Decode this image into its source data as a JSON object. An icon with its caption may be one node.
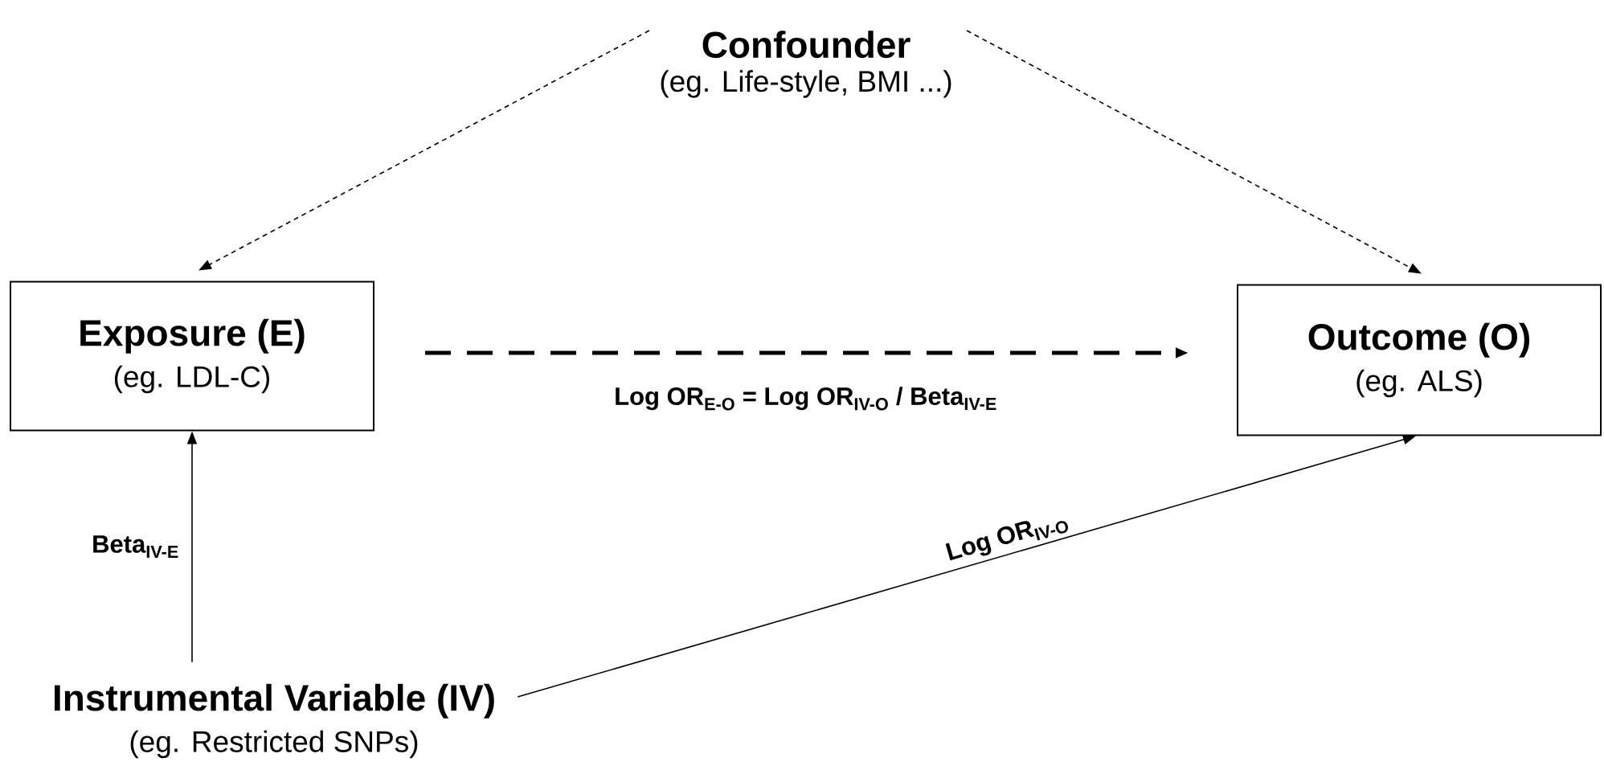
{
  "diagram": {
    "nodes": [
      {
        "text": [
          "Confounder",
          "(eg. Life-style, BMI ...)"
        ]
      },
      {
        "text": [
          "Exposure  (E)",
          "(eg. LDL-C)"
        ]
      },
      {
        "text": [
          "Outcome  (O)",
          "(eg. ALS)"
        ]
      },
      {
        "text": [
          "Instrumental Variable (IV)",
          "(eg. Restricted SNPs)"
        ]
      }
    ],
    "edges": [
      {
        "from": 0,
        "to": 1,
        "arrow": "to",
        "style": "dashed"
      },
      {
        "from": 0,
        "to": 2,
        "arrow": "to",
        "style": "dashed"
      },
      {
        "from": 1,
        "to": 2,
        "arrow": "to",
        "style": "dashed",
        "label": "Log OR$_{E-O}$ = Log OR$_{IV-O}$ / Beta$_{IV-E}$"
      },
      {
        "from": 3,
        "to": 1,
        "arrow": "to",
        "label": "Beta$_{IV-E}$"
      },
      {
        "from": 3,
        "to": 2,
        "arrow": "to",
        "label": "Log OR$_{IV-O}$"
      }
    ]
  }
}
